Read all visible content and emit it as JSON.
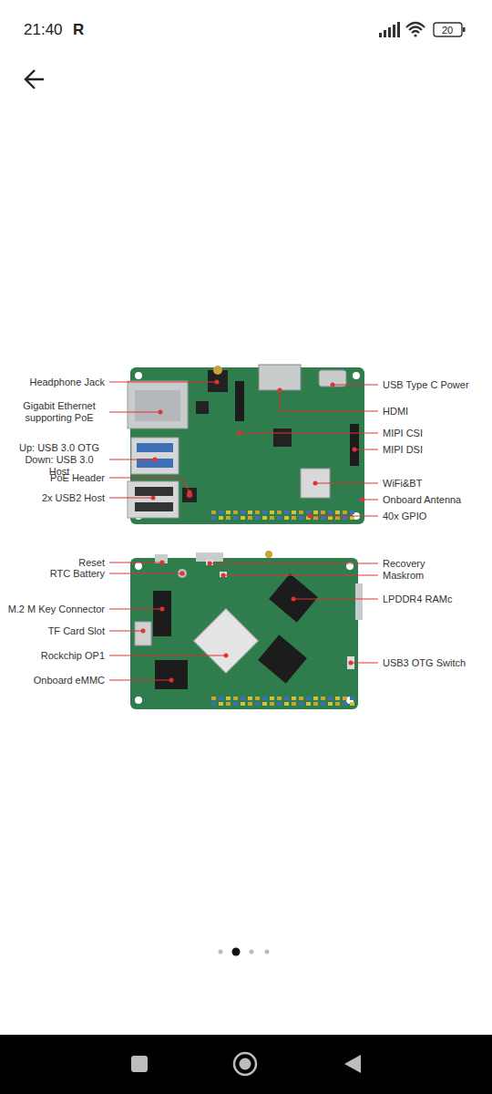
{
  "diagram": {
    "labels": [
      "21:40",
      "R",
      "20",
      "Headphone Jack",
      "USB Type C Power",
      "Gigabit Ethernet supporting PoE",
      "HDMI",
      "MIPI CSI",
      "Up: USB 3.0 OTG Down: USB 3.0 Host",
      "MIPI DSI",
      "PoE Header",
      "WiFi&BT",
      "2x USB2 Host",
      "Onboard Antenna",
      "40x GPIO",
      "Reset",
      "Recovery",
      "RTC Battery",
      "Maskrom",
      "LPDDR4 RAMc",
      "M.2 M Key Connector",
      "TF Card Slot",
      "Rockchip OP1",
      "USB3 OTG Switch",
      "Onboard eMMC"
    ]
  }
}
